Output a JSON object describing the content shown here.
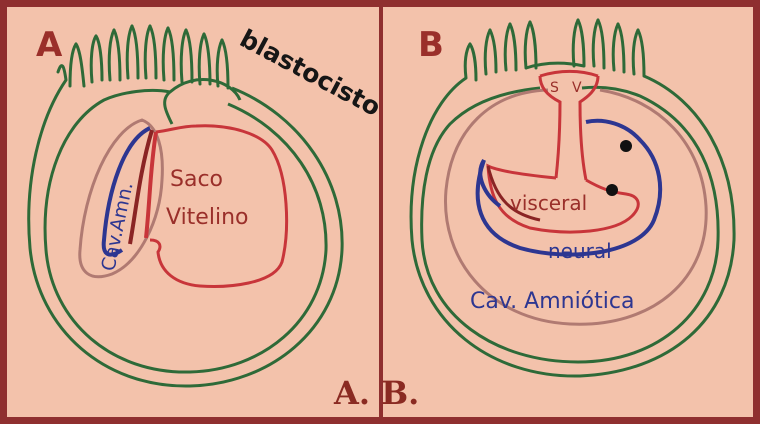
{
  "panels": {
    "a": {
      "letter": "A"
    },
    "b": {
      "letter": "B"
    }
  },
  "labels": {
    "blastocisto": "blastocisto",
    "cav_amn": "Cav.Amn.",
    "saco": "Saco",
    "vitelino": "Vitelino",
    "sv_s": "S",
    "sv_v": "V",
    "visceral": "visceral",
    "neural": "neural",
    "cav_amniotica": "Cav. Amniótica"
  },
  "footer": {
    "caption": "A. B."
  },
  "colors": {
    "border": "#8f2f2f",
    "panel_bg": "#f3c2ab",
    "green_line": "#2e6a38",
    "red_line": "#c8353a",
    "blue_line": "#2d3691",
    "mauve_line": "#b07a72",
    "label_red": "#9a2f2a",
    "label_blue": "#2d3691"
  }
}
